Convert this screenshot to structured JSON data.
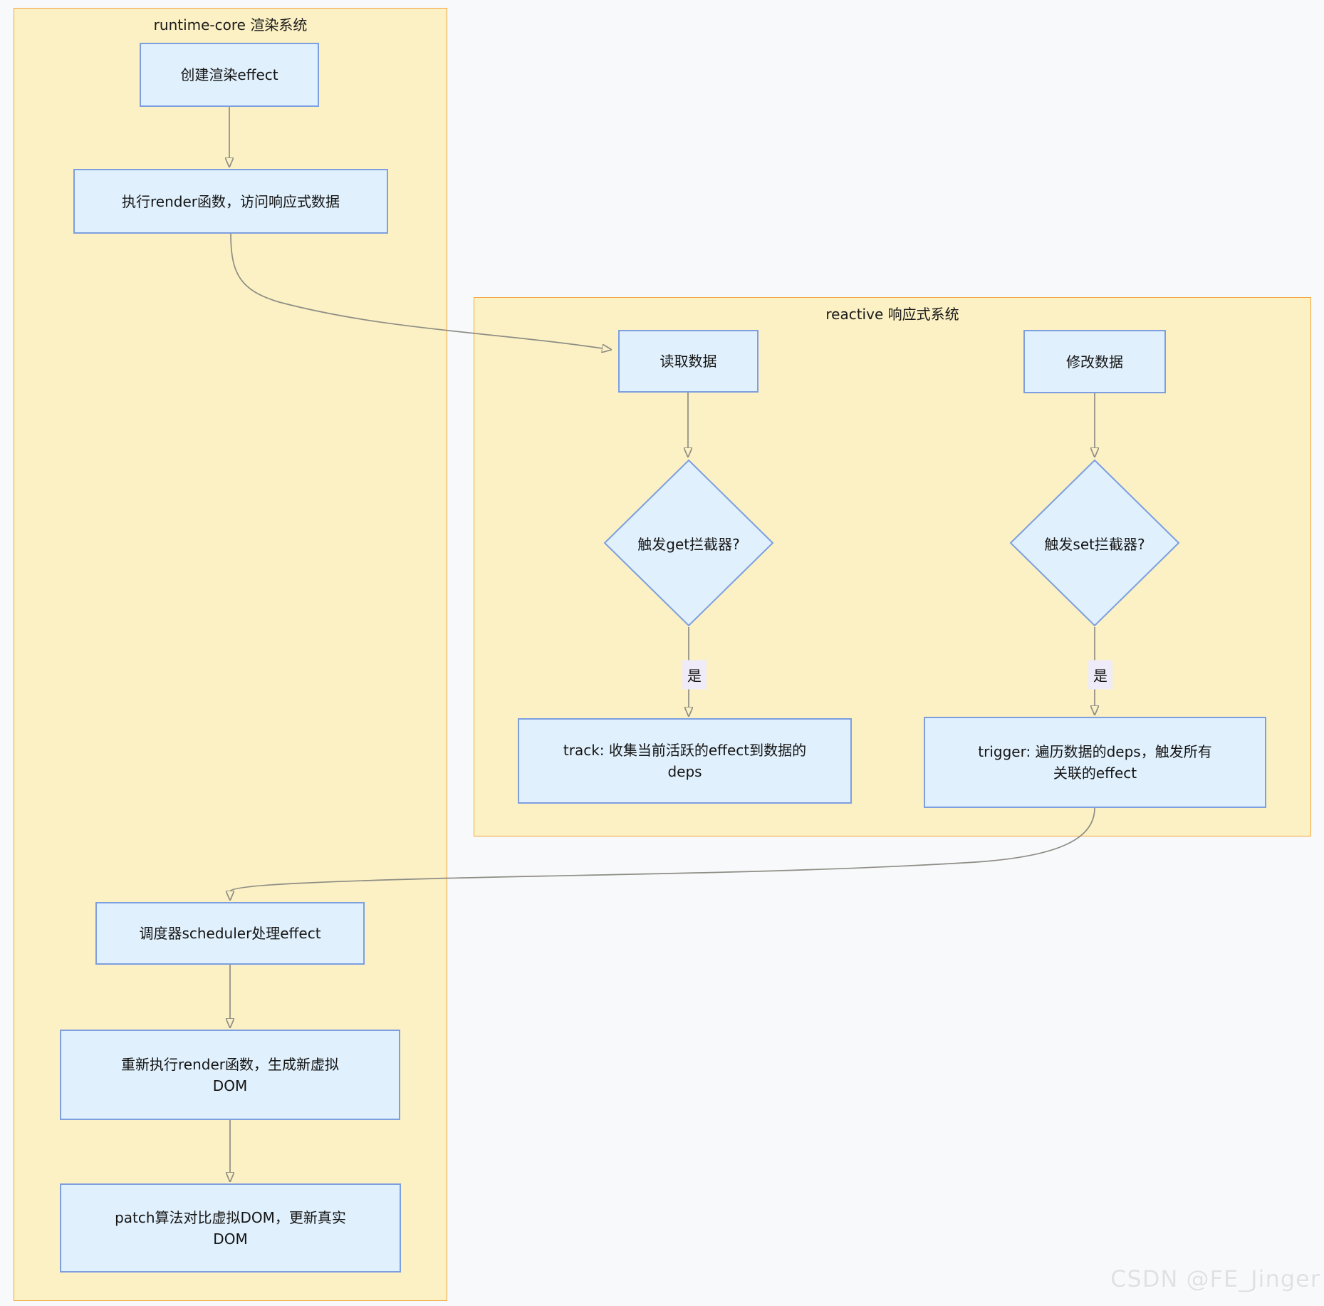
{
  "diagram_type": "flowchart",
  "containers": {
    "runtime": {
      "title": "runtime-core 渲染系统"
    },
    "reactive": {
      "title": "reactive 响应式系统"
    }
  },
  "nodes": {
    "create_effect": {
      "label": "创建渲染effect",
      "shape": "rect"
    },
    "run_render": {
      "label": "执行render函数，访问响应式数据",
      "shape": "rect"
    },
    "read_data": {
      "label": "读取数据",
      "shape": "rect"
    },
    "get_trap": {
      "label": "触发get拦截器?",
      "shape": "diamond"
    },
    "track": {
      "label": "track: 收集当前活跃的effect到数据的deps",
      "shape": "rect"
    },
    "modify_data": {
      "label": "修改数据",
      "shape": "rect"
    },
    "set_trap": {
      "label": "触发set拦截器?",
      "shape": "diamond"
    },
    "trigger": {
      "label": "trigger: 遍历数据的deps，触发所有关联的effect",
      "shape": "rect"
    },
    "scheduler": {
      "label": "调度器scheduler处理effect",
      "shape": "rect"
    },
    "rerender": {
      "label": "重新执行render函数，生成新虚拟DOM",
      "shape": "rect"
    },
    "patch": {
      "label": "patch算法对比虚拟DOM，更新真实DOM",
      "shape": "rect"
    }
  },
  "edges": [
    {
      "from": "create_effect",
      "to": "run_render",
      "label": ""
    },
    {
      "from": "run_render",
      "to": "read_data",
      "label": ""
    },
    {
      "from": "read_data",
      "to": "get_trap",
      "label": ""
    },
    {
      "from": "get_trap",
      "to": "track",
      "label": "是"
    },
    {
      "from": "modify_data",
      "to": "set_trap",
      "label": ""
    },
    {
      "from": "set_trap",
      "to": "trigger",
      "label": "是"
    },
    {
      "from": "trigger",
      "to": "scheduler",
      "label": ""
    },
    {
      "from": "scheduler",
      "to": "rerender",
      "label": ""
    },
    {
      "from": "rerender",
      "to": "patch",
      "label": ""
    }
  ],
  "watermark": "CSDN @FE_Jinger",
  "colors": {
    "canvas_bg": "#F8F9FB",
    "container_fill": "#FCF1C4",
    "container_border": "#F2A63E",
    "node_fill": "#E0F0FC",
    "node_border": "#7D9FE0",
    "edge_stroke": "#8E8D85",
    "edge_label_bg": "#EFEBF8",
    "text": "#141414",
    "watermark": "#E0E1E5"
  }
}
